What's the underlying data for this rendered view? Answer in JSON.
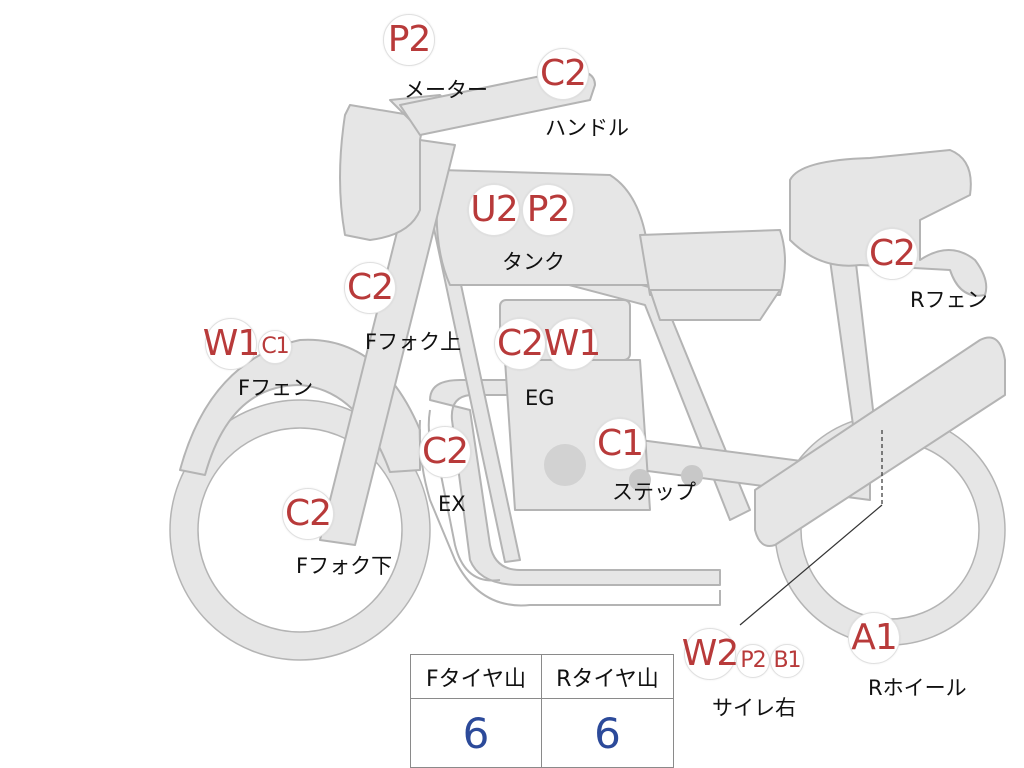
{
  "colors": {
    "rating": "#b83a3a",
    "tread_value": "#2c4a9a",
    "bike_fill": "#e6e6e6",
    "bike_stroke": "#b4b4b4"
  },
  "badges": {
    "meter": [
      "P2"
    ],
    "handle": [
      "C2"
    ],
    "tank": [
      "U2",
      "P2"
    ],
    "r_fender": [
      "C2"
    ],
    "f_fork_upper": [
      "C2"
    ],
    "f_fender": [
      "W1",
      "C1"
    ],
    "eg": [
      "C2",
      "W1"
    ],
    "ex": [
      "C2"
    ],
    "step": [
      "C1"
    ],
    "f_fork_lower": [
      "C2"
    ],
    "muffler": [
      "W2",
      "P2",
      "B1"
    ],
    "r_wheel": [
      "A1"
    ]
  },
  "labels": {
    "meter": "メーター",
    "handle": "ハンドル",
    "tank": "タンク",
    "r_fender": "Rフェン",
    "f_fork_upper": "Fフォク上",
    "f_fender": "Fフェン",
    "eg": "EG",
    "ex": "EX",
    "step": "ステップ",
    "f_fork_lower": "Fフォク下",
    "muffler": "サイレ右",
    "r_wheel": "Rホイール"
  },
  "tire_table": {
    "headers": [
      "Fタイヤ山",
      "Rタイヤ山"
    ],
    "values": [
      "6",
      "6"
    ]
  }
}
